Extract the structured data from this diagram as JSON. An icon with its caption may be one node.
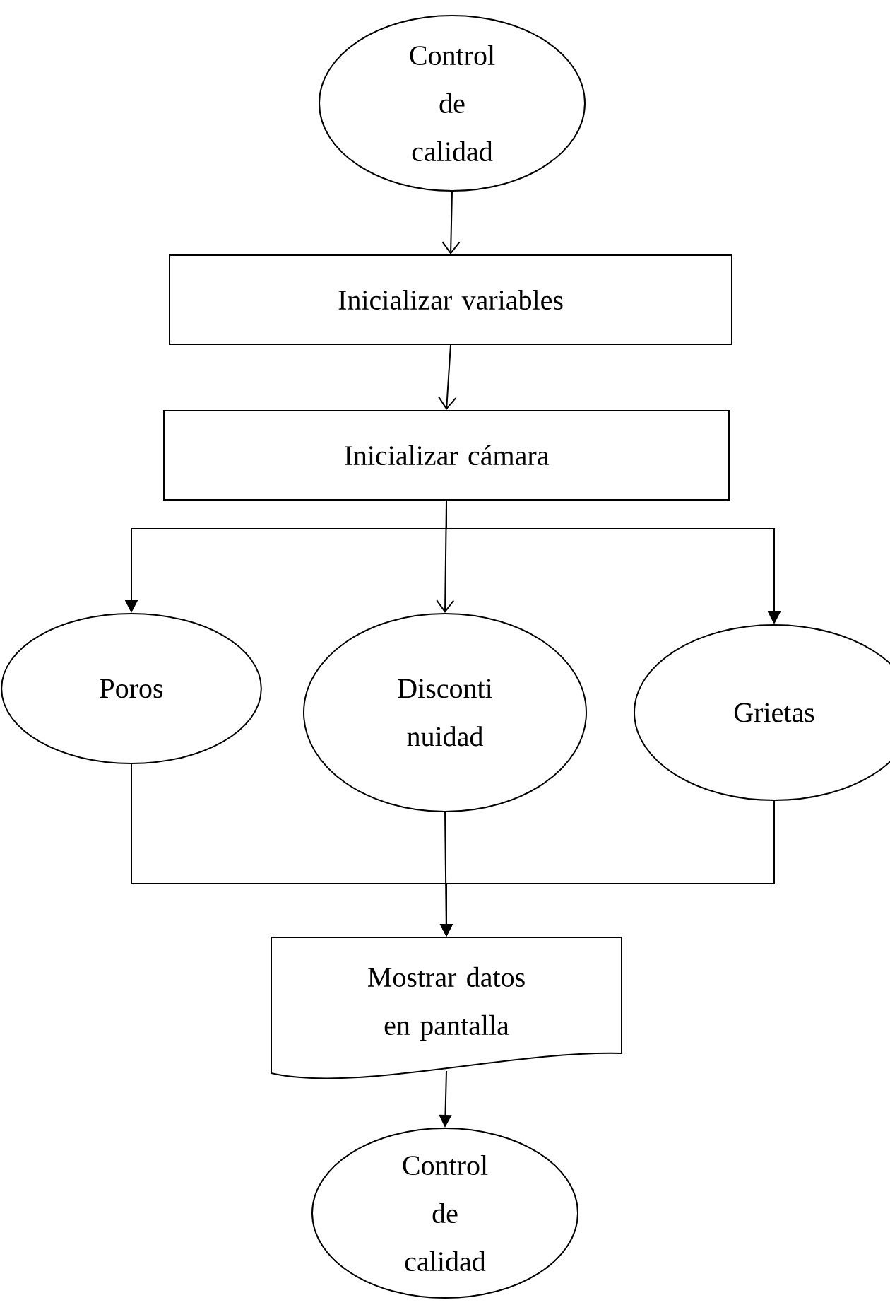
{
  "diagram": {
    "nodes": [
      {
        "text": [
          "Control de calidad"
        ]
      },
      {
        "text": [
          "Inicializar variables"
        ]
      },
      {
        "text": [
          "Inicializar cámara"
        ]
      },
      {
        "text": [
          "Poros"
        ]
      },
      {
        "text": [
          "Disconti nuidad"
        ]
      },
      {
        "text": [
          "Grietas"
        ]
      },
      {
        "text": [
          "Mostrar datos en pantalla"
        ]
      },
      {
        "text": [
          "Control de calidad"
        ]
      }
    ],
    "edges": [
      {
        "from": 0,
        "to": 1,
        "arrow": "to"
      },
      {
        "from": 1,
        "to": 2,
        "arrow": "to"
      },
      {
        "from": 2,
        "to": 3,
        "arrow": "to"
      },
      {
        "from": 2,
        "to": 4,
        "arrow": "to"
      },
      {
        "from": 2,
        "to": 5,
        "arrow": "to"
      },
      {
        "from": 3,
        "to": 6,
        "arrow": "to"
      },
      {
        "from": 4,
        "to": 6,
        "arrow": "to"
      },
      {
        "from": 5,
        "to": 6,
        "arrow": "to"
      },
      {
        "from": 6,
        "to": 7,
        "arrow": "to"
      }
    ]
  }
}
